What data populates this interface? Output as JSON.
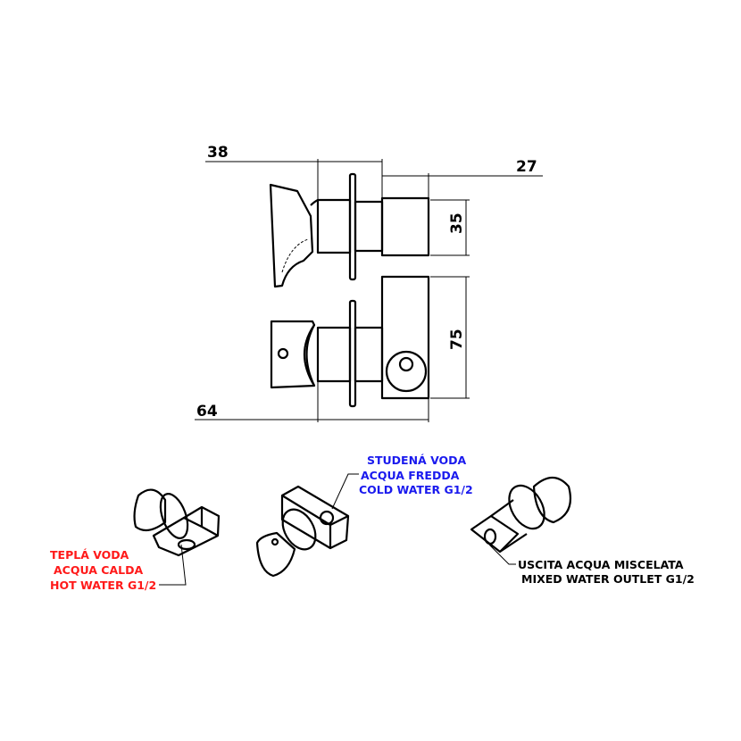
{
  "dimensions": {
    "d38": "38",
    "d27": "27",
    "d35": "35",
    "d75": "75",
    "d64": "64"
  },
  "labels": {
    "hot": [
      "TEPLÁ VODA",
      "ACQUA CALDA",
      "HOT WATER G1/2"
    ],
    "cold": [
      "STUDENÁ VODA",
      "ACQUA FREDDA",
      "COLD WATER G1/2"
    ],
    "outlet": [
      "USCITA ACQUA MISCELATA",
      "MIXED WATER OUTLET G1/2"
    ]
  },
  "colors": {
    "hot": "#ff1a1a",
    "cold": "#1a1aee",
    "outlet": "#000000"
  }
}
